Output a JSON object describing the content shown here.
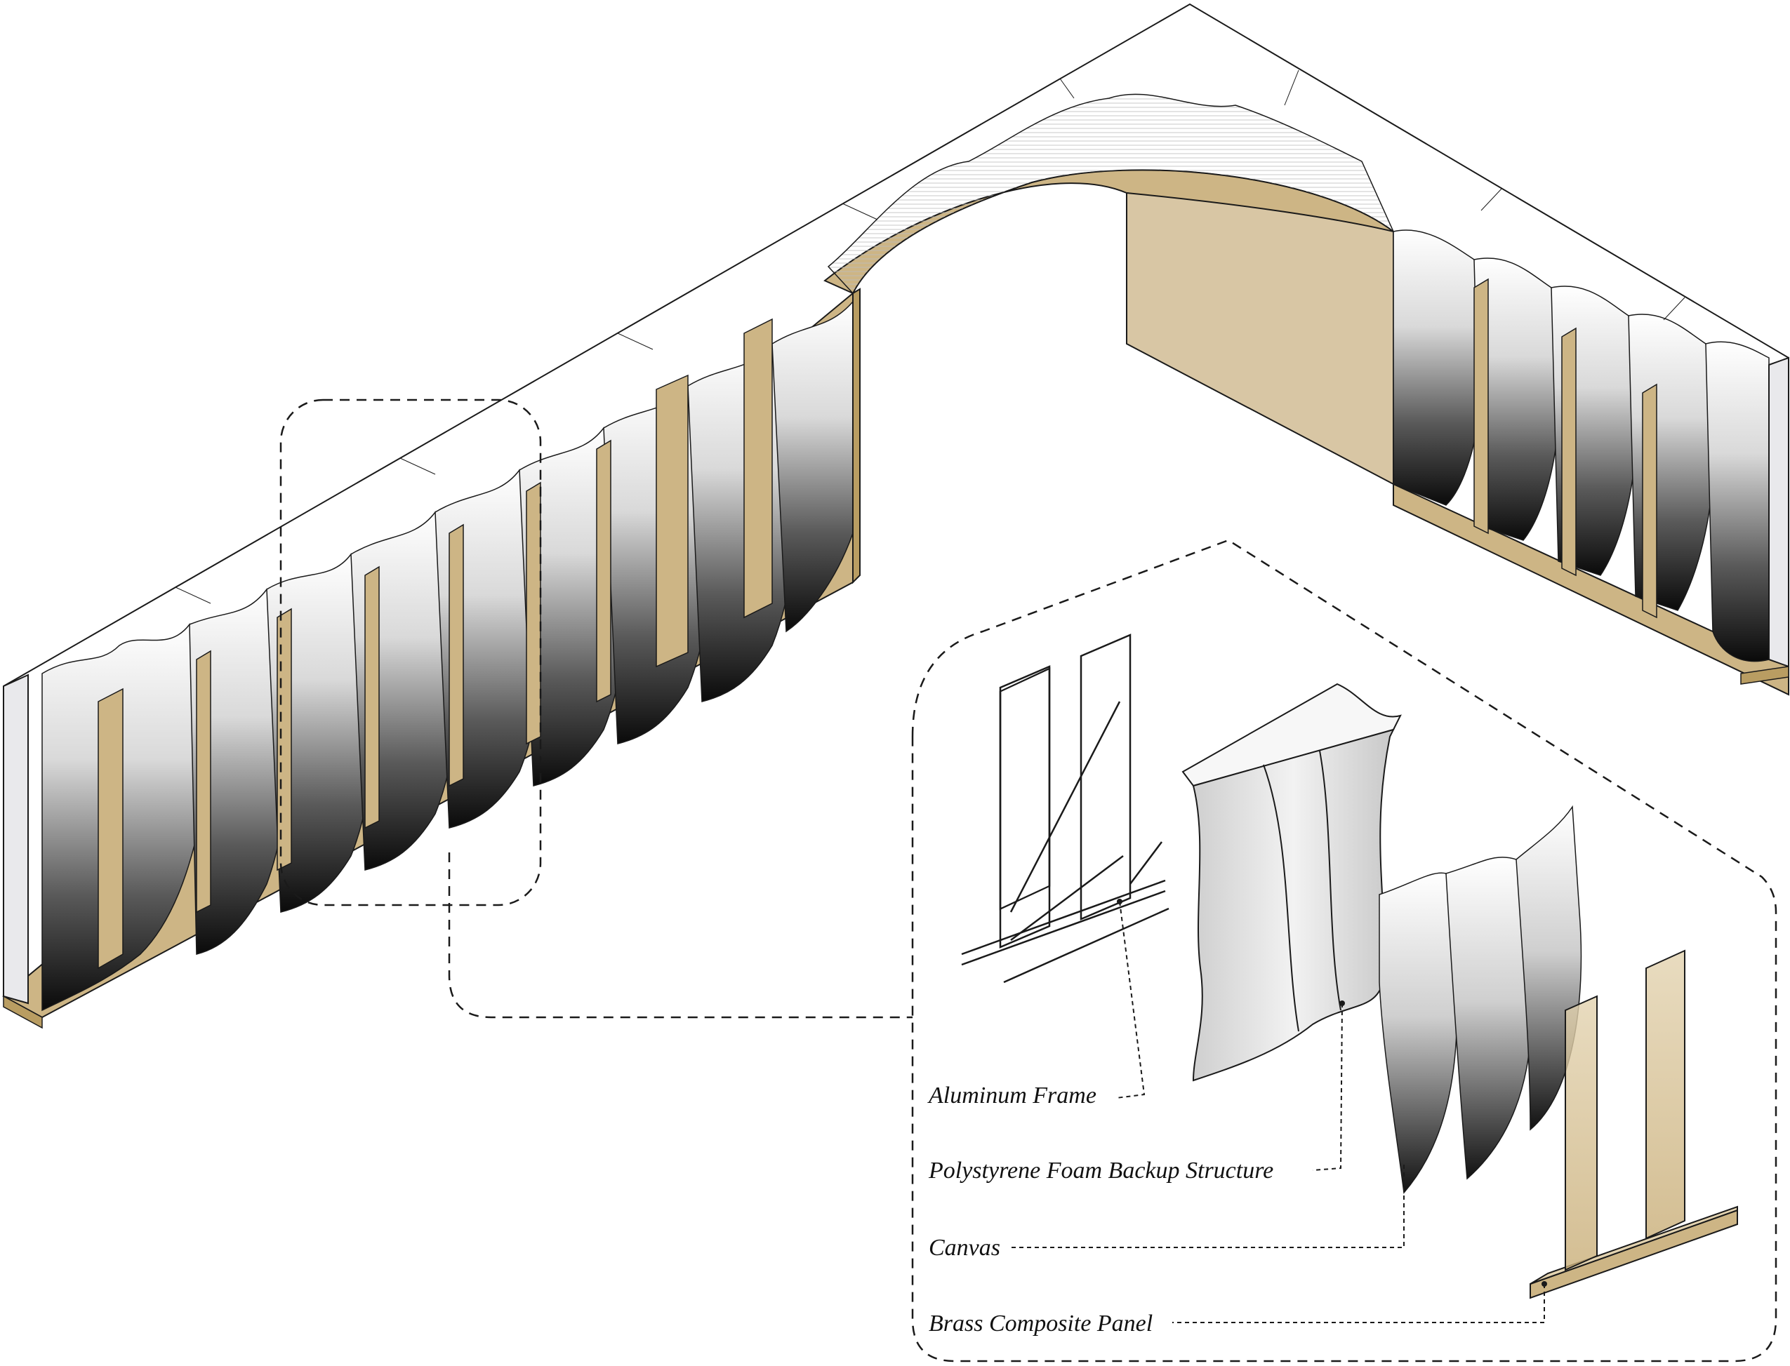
{
  "diagram": {
    "labels": {
      "aluminum_frame": "Aluminum Frame",
      "foam_backup": "Polystyrene Foam Backup Structure",
      "canvas": "Canvas",
      "brass_panel": "Brass Composite Panel"
    },
    "colors": {
      "brass": "#cdb585",
      "brass_dark": "#b99d62",
      "brass_panel_face": "#d8c6a4",
      "outline": "#1a1a1a",
      "foam": "#e3e3e3",
      "canvas_dark": "#0d0d0d",
      "canvas_light": "#ffffff",
      "end_cap": "#e9e9ec"
    }
  }
}
